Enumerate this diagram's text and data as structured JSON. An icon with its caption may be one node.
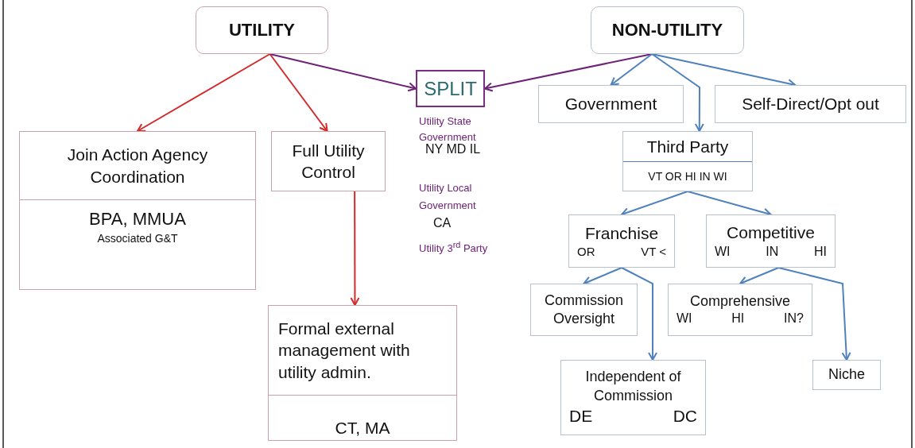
{
  "diagram": {
    "nodes": [
      {
        "text": [
          "UTILITY"
        ]
      },
      {
        "text": [
          "NON-UTILITY"
        ]
      },
      {
        "text": [
          "SPLIT"
        ]
      },
      {
        "text": [
          "Join Action Agency Coordination",
          "BPA, MMUA",
          "Associated G&T"
        ]
      },
      {
        "text": [
          "Full Utility Control"
        ]
      },
      {
        "text": [
          "Formal external management with utility admin.",
          "CT, MA"
        ]
      },
      {
        "text": [
          "Government"
        ]
      },
      {
        "text": [
          "Self-Direct/Opt out"
        ]
      },
      {
        "text": [
          "Third Party",
          "VT OR HI IN WI"
        ]
      },
      {
        "text": [
          "Franchise",
          "OR",
          "VT <"
        ]
      },
      {
        "text": [
          "Competitive",
          "WI",
          "IN",
          "HI"
        ]
      },
      {
        "text": [
          "Commission Oversight"
        ]
      },
      {
        "text": [
          "Comprehensive",
          "WI",
          "HI",
          "IN?"
        ]
      },
      {
        "text": [
          "Independent of Commission",
          "DE",
          "DC"
        ]
      },
      {
        "text": [
          "Niche"
        ]
      }
    ],
    "edges": [
      {
        "from": 0,
        "to": 3,
        "arrow": "to",
        "color": "#d42a2a"
      },
      {
        "from": 0,
        "to": 4,
        "arrow": "to",
        "color": "#d42a2a"
      },
      {
        "from": 0,
        "to": 2,
        "arrow": "to",
        "color": "#6e2277"
      },
      {
        "from": 1,
        "to": 2,
        "arrow": "to",
        "color": "#6e2277"
      },
      {
        "from": 1,
        "to": 6,
        "arrow": "to"
      },
      {
        "from": 1,
        "to": 8,
        "arrow": "to"
      },
      {
        "from": 1,
        "to": 7,
        "arrow": "to"
      },
      {
        "from": 4,
        "to": 5,
        "arrow": "to",
        "color": "#d42a2a"
      },
      {
        "from": 8,
        "to": 9,
        "arrow": "to"
      },
      {
        "from": 8,
        "to": 10,
        "arrow": "to"
      },
      {
        "from": 9,
        "to": 11,
        "arrow": "to"
      },
      {
        "from": 9,
        "to": 13,
        "arrow": "to"
      },
      {
        "from": 10,
        "to": 12,
        "arrow": "to"
      },
      {
        "from": 10,
        "to": 14,
        "arrow": "to"
      }
    ],
    "labels": [
      "Utility State Government",
      "NY MD IL",
      "Utility Local Government",
      "CA",
      "Utility 3$^{rd}$ Party"
    ]
  }
}
